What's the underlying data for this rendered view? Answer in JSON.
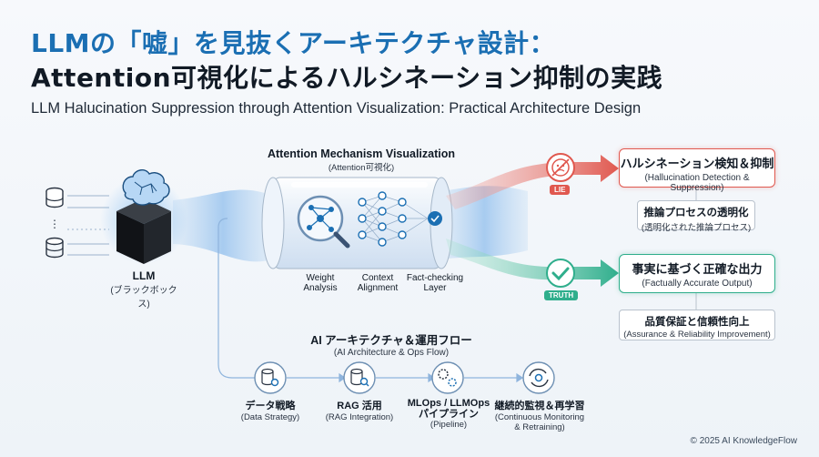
{
  "title": {
    "line1": "LLMの「嘘」を見抜くアーキテクチャ設計：",
    "line2": "Attention可視化によるハルシネーション抑制の実践",
    "subtitle": "LLM Halucination Suppression through Attention Visualization: Practical Architecture Design"
  },
  "llm": {
    "label": "LLM",
    "sublabel": "(ブラックボックス)"
  },
  "mechanism": {
    "title": "Attention Mechanism Visualization",
    "subtitle": "(Attention可視化)",
    "steps": [
      {
        "label": "Weight\nAnalysis"
      },
      {
        "label": "Context\nAlignment"
      },
      {
        "label": "Fact-checking\nLayer"
      }
    ]
  },
  "lie": {
    "tag": "LIE",
    "box_jp": "ハルシネーション検知＆抑制",
    "box_en": "(Hallucination Detection & Suppression)",
    "sub_jp": "推論プロセスの透明化",
    "sub_en": "(透明化された推論プロセス)",
    "color": "#e0584f"
  },
  "truth": {
    "tag": "TRUTH",
    "box_jp": "事実に基づく正確な出力",
    "box_en": "(Factually Accurate Output)",
    "sub_jp": "品質保証と信頼性向上",
    "sub_en": "(Assurance & Reliability Improvement)",
    "color": "#2fae8c"
  },
  "ops": {
    "title": "AI アーキテクチャ＆運用フロー",
    "subtitle": "(AI Architecture & Ops Flow)",
    "steps": [
      {
        "jp": "データ戦略",
        "en": "(Data Strategy)",
        "icon": "database-gear-icon"
      },
      {
        "jp": "RAG 活用",
        "en": "(RAG Integration)",
        "icon": "database-search-icon"
      },
      {
        "jp": "MLOps / LLMOps\nパイプライン",
        "en": "(Pipeline)",
        "icon": "gears-icon"
      },
      {
        "jp": "継続的監視＆再学習",
        "en": "(Continuous Monitoring\n& Retraining)",
        "icon": "cycle-gear-icon"
      }
    ]
  },
  "footer": "© 2025 AI KnowledgeFlow",
  "colors": {
    "accent": "#1b6fb3",
    "line": "#8fb4dd"
  }
}
